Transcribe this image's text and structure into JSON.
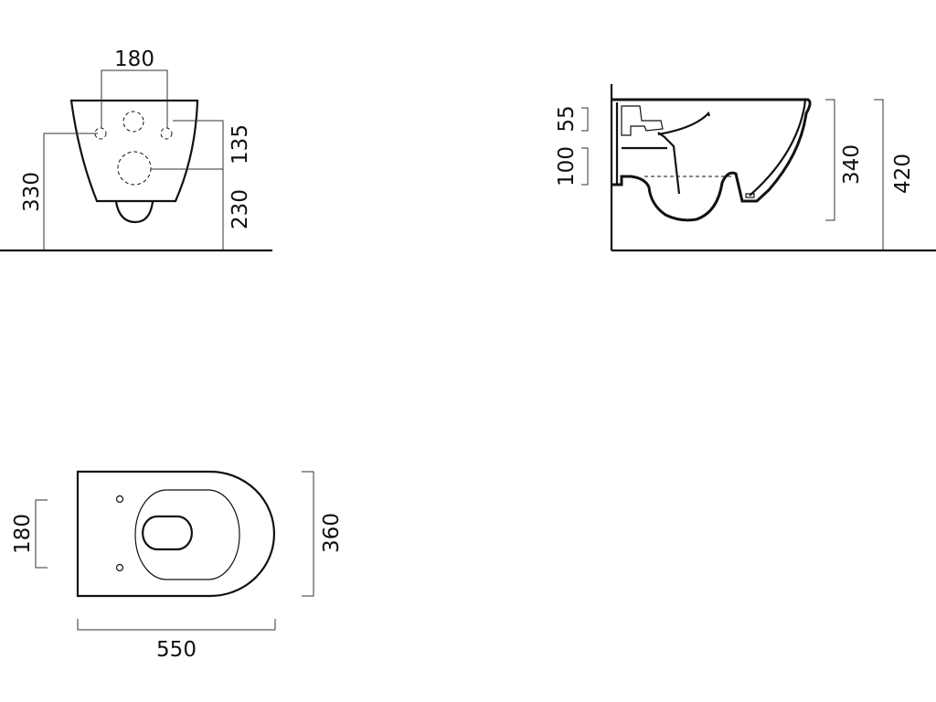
{
  "front_view": {
    "dim_hole_spacing": "180",
    "dim_height_total": "330",
    "dim_fixing_to_outlet": "135",
    "dim_outlet_height": "230"
  },
  "side_view": {
    "dim_inlet_offset": "55",
    "dim_outlet_diameter": "100",
    "dim_bowl_height": "340",
    "dim_rim_height": "420"
  },
  "top_view": {
    "dim_hole_spacing": "180",
    "dim_width": "360",
    "dim_length": "550"
  },
  "colors": {
    "ink": "#111111",
    "background": "#ffffff"
  }
}
